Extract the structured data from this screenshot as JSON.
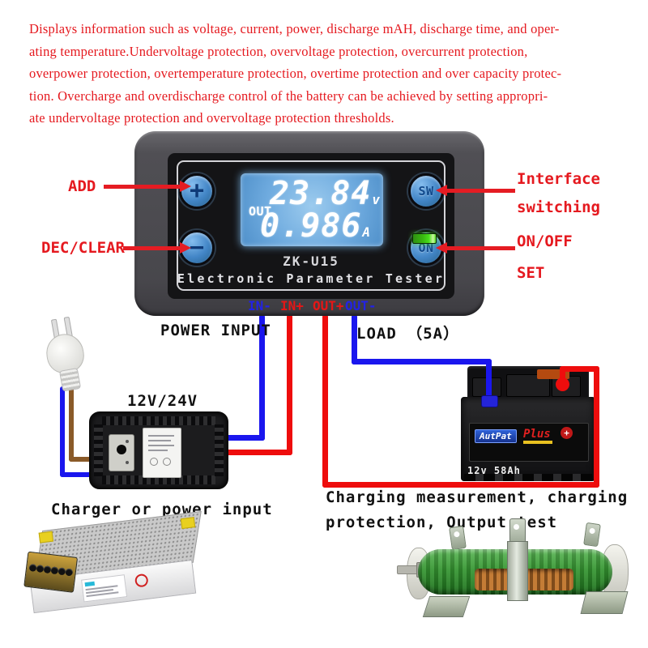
{
  "description": "Displays information such as voltage, current, power, discharge mAH, discharge time, and oper-\nating temperature.Undervoltage protection, overvoltage protection, overcurrent protection,\noverpower protection, overtemperature protection, overtime protection and over capacity protec-\ntion. Overcharge and overdischarge control of the battery can be achieved by setting appropri-\nate undervoltage protection and overvoltage protection thresholds.",
  "device": {
    "model": "ZK-U15",
    "name": "Electronic Parameter Tester",
    "lcd": {
      "mode_label": "OUT",
      "voltage": "23.84",
      "voltage_unit": "v",
      "current": "0.986",
      "current_unit": "A"
    },
    "buttons": {
      "add": "+",
      "dec": "−",
      "sw": "SW",
      "on": "ON"
    },
    "terminals": [
      {
        "label": "IN-",
        "color": "blue"
      },
      {
        "label": "IN+",
        "color": "red"
      },
      {
        "label": "OUT+",
        "color": "red"
      },
      {
        "label": "OUT-",
        "color": "blue"
      }
    ]
  },
  "annotations": {
    "add": "ADD",
    "dec_clear": "DEC/CLEAR",
    "interface_line1": "Interface",
    "interface_line2": "switching",
    "onoff_line1": "ON/OFF",
    "onoff_line2": "SET",
    "power_input": "POWER INPUT",
    "load": "LOAD （5A）",
    "charger_voltage": "12V/24V",
    "charger_caption": "Charger or power input",
    "charging_note_line1": "Charging measurement, charging",
    "charging_note_line2": "protection, Output test"
  },
  "battery": {
    "brand": "AutPat",
    "series": "Plus",
    "plus_mark": "+",
    "capacity": "12v 58Ah"
  },
  "colors": {
    "annotation_red": "#e5191f",
    "arrow_red": "#e51c23",
    "wire_blue": "#1a16ee",
    "wire_red": "#ee0d0d",
    "wire_brown": "#8a5a28",
    "lcd_blue": "#4e8fc9",
    "led_green": "#49e01c",
    "button_blue": "#4285c6"
  }
}
